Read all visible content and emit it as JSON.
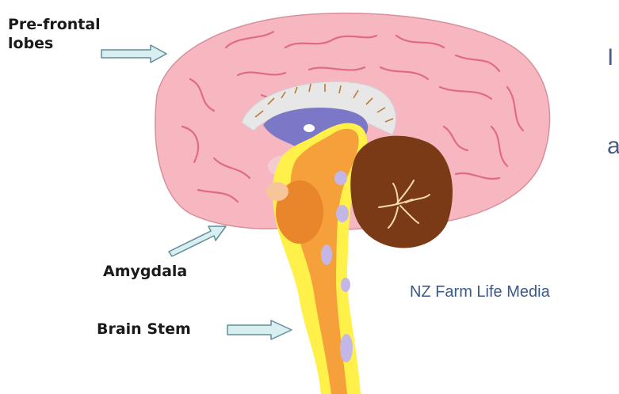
{
  "labels": {
    "prefrontal_line1": "Pre-frontal",
    "prefrontal_line2": "lobes",
    "amygdala": "Amygdala",
    "brain_stem": "Brain Stem"
  },
  "credit": "NZ Farm Life Media",
  "cut_text": {
    "line1": "I",
    "line2": "a"
  },
  "colors": {
    "cerebrum": "#f7b7c0",
    "folds": "#e06a85",
    "ventricle": "#7b78c8",
    "stem_orange": "#f5a03a",
    "stem_yellow": "#fff04a",
    "cerebellum": "#7a3a16",
    "arrow_fill": "#d8eef0",
    "arrow_stroke": "#5f8e98",
    "credit": "#3a5a8c"
  }
}
